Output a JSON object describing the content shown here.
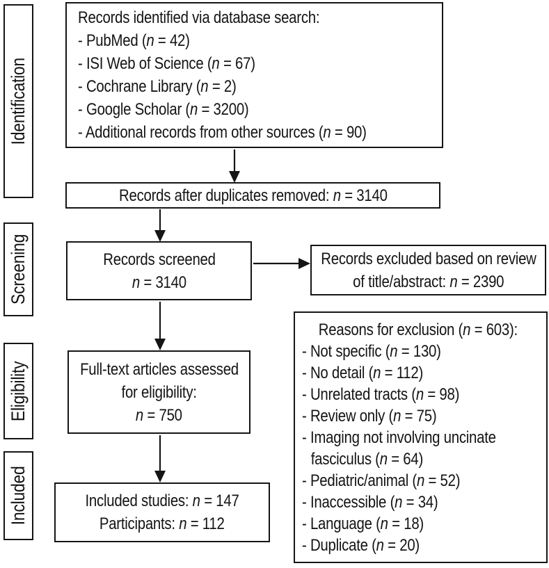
{
  "meta": {
    "diagram_type": "PRISMA systematic review flow chart",
    "colors": {
      "ink": "#151515",
      "background": "#ffffff"
    }
  },
  "sidebar": {
    "stages": [
      {
        "label": "Identification"
      },
      {
        "label": "Screening"
      },
      {
        "label": "Eligibility"
      },
      {
        "label": "Included"
      }
    ]
  },
  "flow": {
    "identified": {
      "title": "Records identified via database search:",
      "items": [
        "- PubMed (n = 42)",
        "- ISI Web of Science (n = 67)",
        "- Cochrane Library (n = 2)",
        "- Google Scholar (n = 3200)",
        "- Additional records from other sources (n = 90)"
      ]
    },
    "duplicates_removed": {
      "line1": "Records after duplicates removed: n = 3140"
    },
    "screened": {
      "line1": "Records screened",
      "line2": "n = 3140"
    },
    "excluded_review": {
      "line1": "Records excluded based on review",
      "line2": "of title/abstract: n = 2390"
    },
    "fulltext": {
      "line1": "Full-text articles assessed",
      "line2": "for eligibility:",
      "line3": "n = 750"
    },
    "exclusion_reasons": {
      "title": "Reasons for exclusion (n = 603):",
      "items": [
        "- Not specific (n = 130)",
        "- No detail (n = 112)",
        "- Unrelated tracts (n = 98)",
        "- Review only (n = 75)",
        "- Imaging not involving uncinate fasciculus (n = 64)",
        "- Pediatric/animal (n = 52)",
        "- Inaccessible (n = 34)",
        "- Language (n = 18)",
        "- Duplicate (n = 20)"
      ]
    },
    "included_studies": {
      "line1": "Included studies: n = 147",
      "line2": "Participants: n = 112"
    }
  }
}
